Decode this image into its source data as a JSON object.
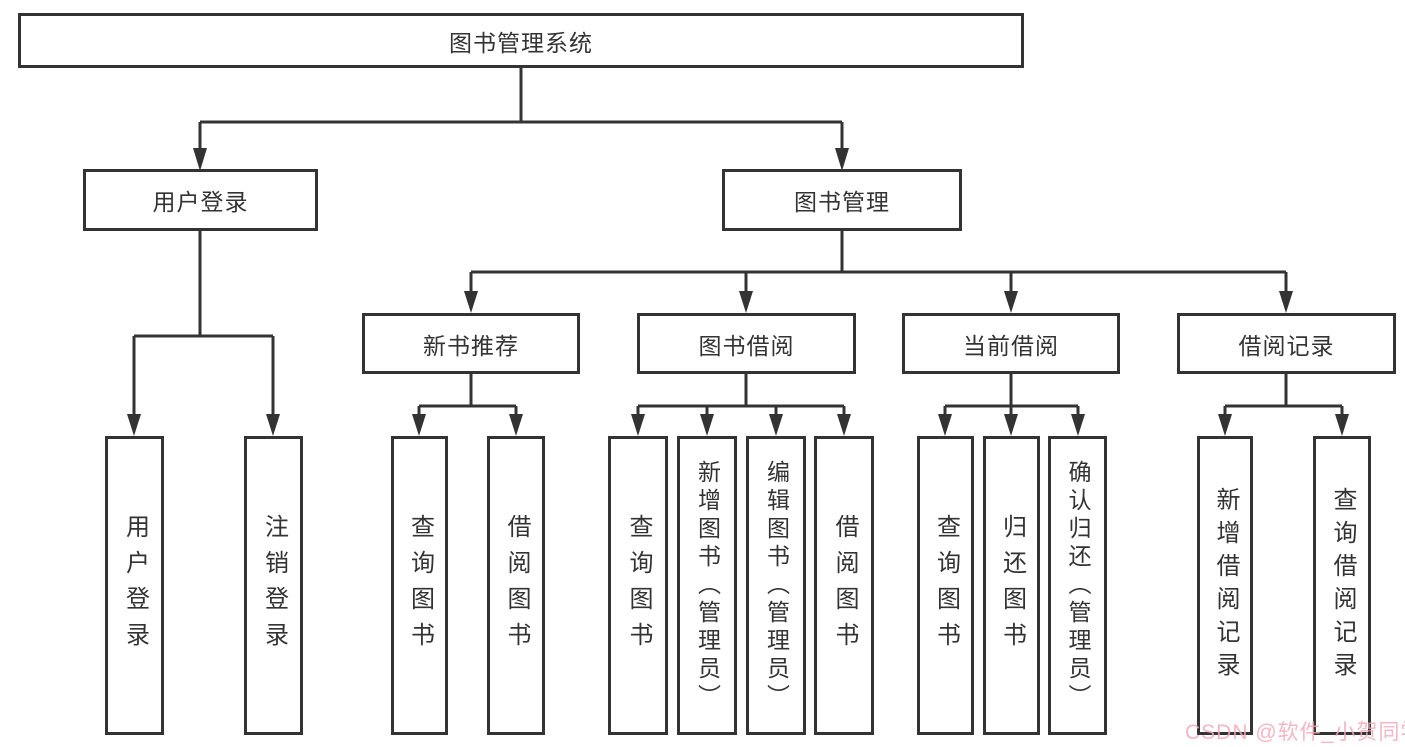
{
  "diagram": {
    "root": {
      "label": "图书管理系统"
    },
    "level2": [
      {
        "label": "用户登录"
      },
      {
        "label": "图书管理"
      }
    ],
    "level3": [
      {
        "label": "新书推荐",
        "parent": "图书管理"
      },
      {
        "label": "图书借阅",
        "parent": "图书管理"
      },
      {
        "label": "当前借阅",
        "parent": "图书管理"
      },
      {
        "label": "借阅记录",
        "parent": "图书管理"
      }
    ],
    "leaves": [
      {
        "label": "用户登录",
        "parent": "用户登录"
      },
      {
        "label": "注销登录",
        "parent": "用户登录"
      },
      {
        "label": "查询图书",
        "parent": "新书推荐"
      },
      {
        "label": "借阅图书",
        "parent": "新书推荐"
      },
      {
        "label": "查询图书",
        "parent": "图书借阅"
      },
      {
        "label": "新增图书（管理员）",
        "parent": "图书借阅"
      },
      {
        "label": "编辑图书（管理员）",
        "parent": "图书借阅"
      },
      {
        "label": "借阅图书",
        "parent": "图书借阅"
      },
      {
        "label": "查询图书",
        "parent": "当前借阅"
      },
      {
        "label": "归还图书",
        "parent": "当前借阅"
      },
      {
        "label": "确认归还（管理员）",
        "parent": "当前借阅"
      },
      {
        "label": "新增借阅记录",
        "parent": "借阅记录"
      },
      {
        "label": "查询借阅记录",
        "parent": "借阅记录"
      }
    ]
  },
  "watermark": {
    "text": "CSDN @软件_小贺同学"
  },
  "colors": {
    "line": "#333333",
    "box_border": "#333333",
    "box_bg": "#ffffff",
    "text": "#333333",
    "watermark_pink": "#f3a9b8"
  }
}
